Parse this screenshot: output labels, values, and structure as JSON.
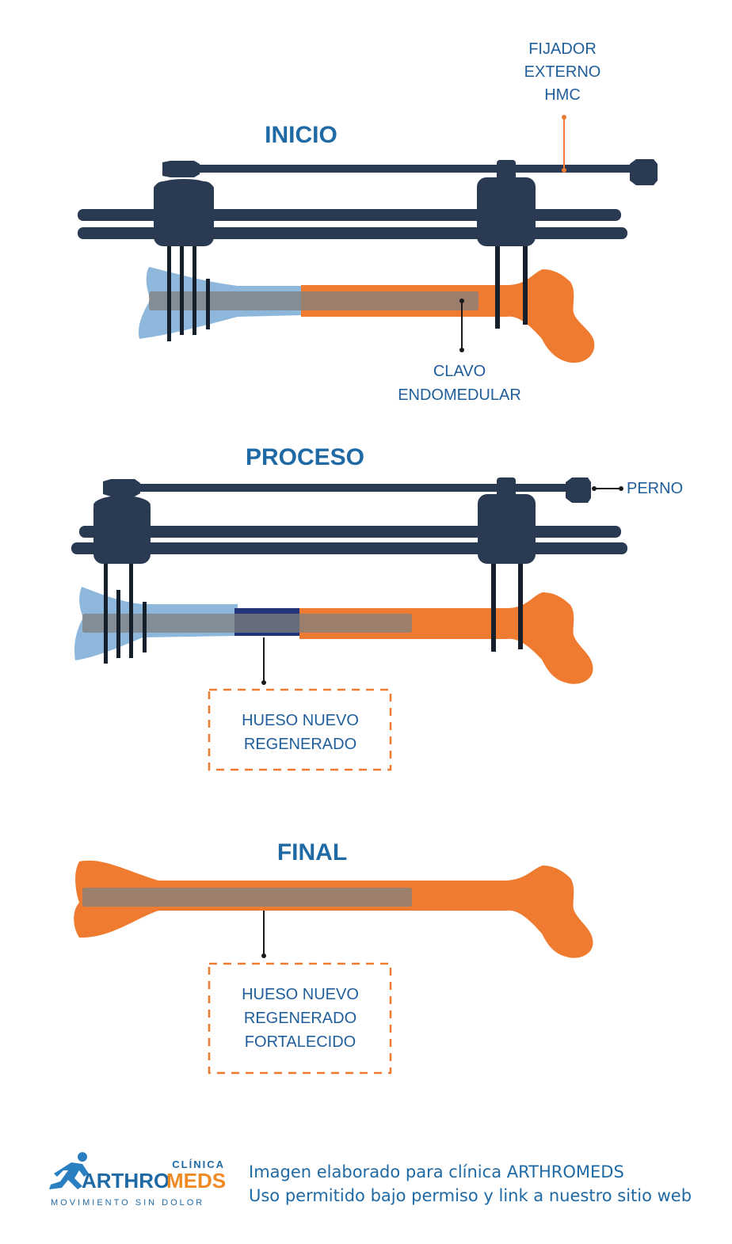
{
  "stages": {
    "inicio": {
      "title": "INICIO"
    },
    "proceso": {
      "title": "PROCESO"
    },
    "final": {
      "title": "FINAL"
    }
  },
  "labels": {
    "fijador": [
      "FIJADOR",
      "EXTERNO",
      "HMC"
    ],
    "clavo": [
      "CLAVO",
      "ENDOMEDULAR"
    ],
    "perno": "PERNO",
    "hueso_nuevo": [
      "HUESO NUEVO",
      "REGENERADO"
    ],
    "hueso_fortalecido": [
      "HUESO NUEVO",
      "REGENERADO",
      "FORTALECIDO"
    ]
  },
  "logo": {
    "clinica": "CLÍNICA",
    "brand_a": "ARTHRO",
    "brand_b": "MEDS",
    "tagline": "MOVIMIENTO SIN DOLOR"
  },
  "footer": {
    "line1": "Imagen elaborado para clínica ARTHROMEDS",
    "line2": "Uso permitido bajo permiso y link a nuestro sitio web"
  },
  "colors": {
    "bone_old": "#ef7b31",
    "bone_new": "#8db8dc",
    "regenerated": "#22357a",
    "fixator": "#2a3a52",
    "nail": "#7a7a7a",
    "title": "#1f6aa5",
    "callout_box": "#ef7b31"
  }
}
